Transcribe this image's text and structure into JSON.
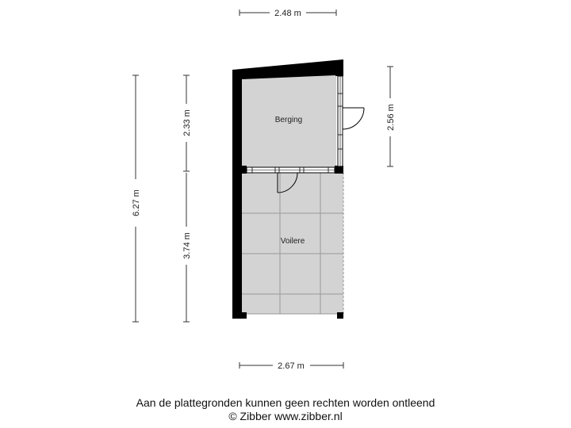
{
  "floorplan": {
    "rooms": [
      {
        "id": "berging",
        "label": "Berging"
      },
      {
        "id": "voilere",
        "label": "Voilere"
      }
    ],
    "dimensions": {
      "top_width": "2.48 m",
      "bottom_width": "2.67 m",
      "total_height": "6.27 m",
      "berging_height": "2.33 m",
      "voilere_height": "3.74 m",
      "door_side_height": "2.56 m"
    }
  },
  "footer": {
    "disclaimer": "Aan de plattegronden kunnen geen rechten worden ontleend",
    "copyright": "© Zibber www.zibber.nl"
  },
  "colors": {
    "wall": "#000000",
    "floor": "#d3d3d3",
    "grid": "#9a9a9a",
    "dimension_line": "#333333"
  }
}
